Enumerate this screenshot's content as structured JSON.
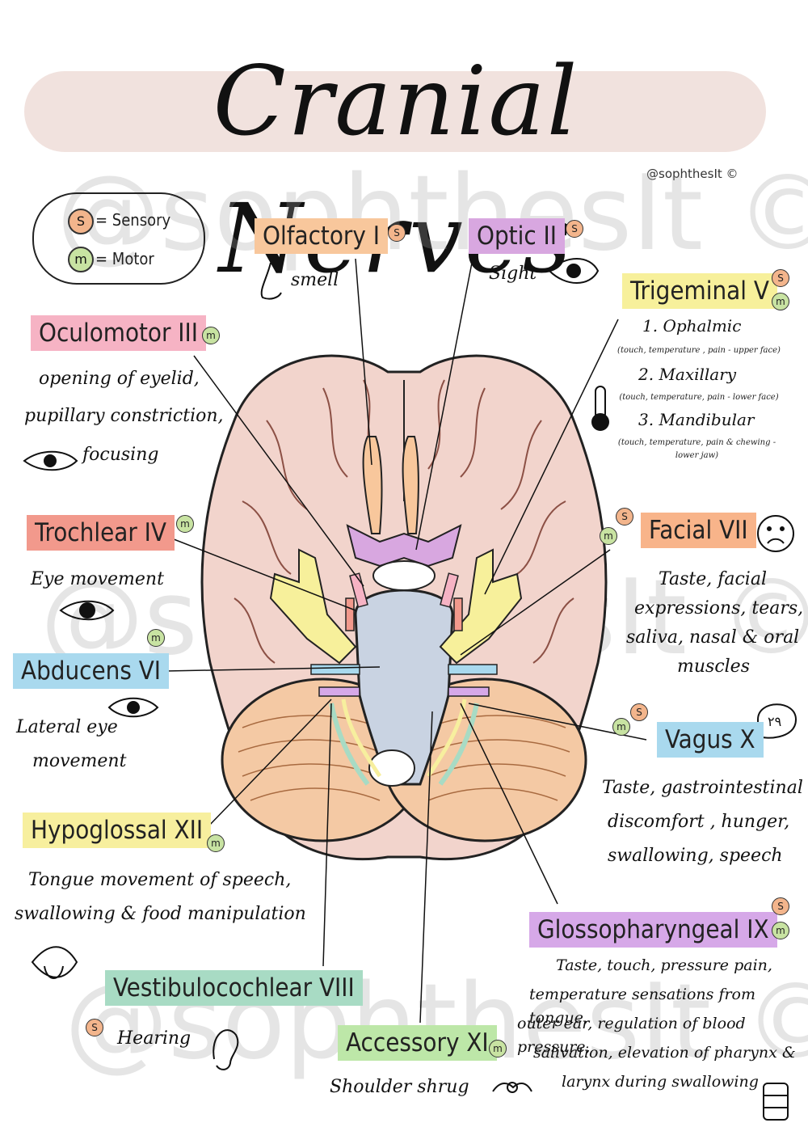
{
  "title": "Cranial Nerves",
  "credit": "@sophthesIt ©",
  "watermark": "@sophthesIt ©",
  "legend": {
    "sensory_symbol": "S",
    "sensory_label": "= Sensory",
    "motor_symbol": "m",
    "motor_label": "= Motor"
  },
  "nerves": {
    "olfactory": {
      "label": "Olfactory I",
      "color": "#f8c79c",
      "type": "S",
      "desc": "smell"
    },
    "optic": {
      "label": "Optic II",
      "color": "#d8a7e0",
      "type": "S",
      "desc": "Sight"
    },
    "oculomotor": {
      "label": "Oculomotor III",
      "color": "#f6b3c4",
      "type": "m",
      "desc_lines": [
        "opening of eyelid,",
        "pupillary constriction,",
        "focusing"
      ]
    },
    "trochlear": {
      "label": "Trochlear IV",
      "color": "#f2998c",
      "type": "m",
      "desc": "Eye movement"
    },
    "trigeminal": {
      "label": "Trigeminal V",
      "color": "#f7f09b",
      "type": "S+m",
      "branch1": "1. Ophalmic",
      "branch1_note": "(touch, temperature , pain - upper face)",
      "branch2": "2. Maxillary",
      "branch2_note": "(touch, temperature, pain - lower face)",
      "branch3": "3. Mandibular",
      "branch3_note_1": "(touch, temperature, pain & chewing -",
      "branch3_note_2": "lower jaw)"
    },
    "abducens": {
      "label": "Abducens VI",
      "color": "#a9d9ee",
      "type": "m",
      "desc_lines": [
        "Lateral eye",
        "movement"
      ]
    },
    "facial": {
      "label": "Facial VII",
      "color": "#f8b48a",
      "type": "S+m",
      "desc_lines": [
        "Taste, facial",
        "expressions, tears,",
        "saliva, nasal & oral",
        "muscles"
      ]
    },
    "vestibulocochlear": {
      "label": "Vestibulocochlear VIII",
      "color": "#a8dbc4",
      "type": "S",
      "desc": "Hearing"
    },
    "glossopharyngeal": {
      "label": "Glossopharyngeal IX",
      "color": "#d6a8e8",
      "type": "S+m",
      "desc_lines": [
        "Taste, touch, pressure pain,",
        "temperature sensations from tongue,",
        "outer ear, regulation of blood pressure,",
        "salivation, elevation of pharynx &",
        "larynx during swallowing"
      ]
    },
    "vagus": {
      "label": "Vagus X",
      "color": "#a9d9ee",
      "type": "m+S",
      "desc_lines": [
        "Taste, gastrointestinal",
        "discomfort , hunger,",
        "swallowing, speech"
      ]
    },
    "accessory": {
      "label": "Accessory XI",
      "color": "#bde7a8",
      "type": "m",
      "desc": "Shoulder shrug"
    },
    "hypoglossal": {
      "label": "Hypoglossal XII",
      "color": "#f7ef9e",
      "type": "m",
      "desc_lines": [
        "Tongue movement of speech,",
        "swallowing & food manipulation"
      ]
    }
  },
  "colors": {
    "brain": "#f2d4cc",
    "cerebellum": "#f4c9a4",
    "stem": "#c9d3e2",
    "sulci": "#8c5045"
  }
}
